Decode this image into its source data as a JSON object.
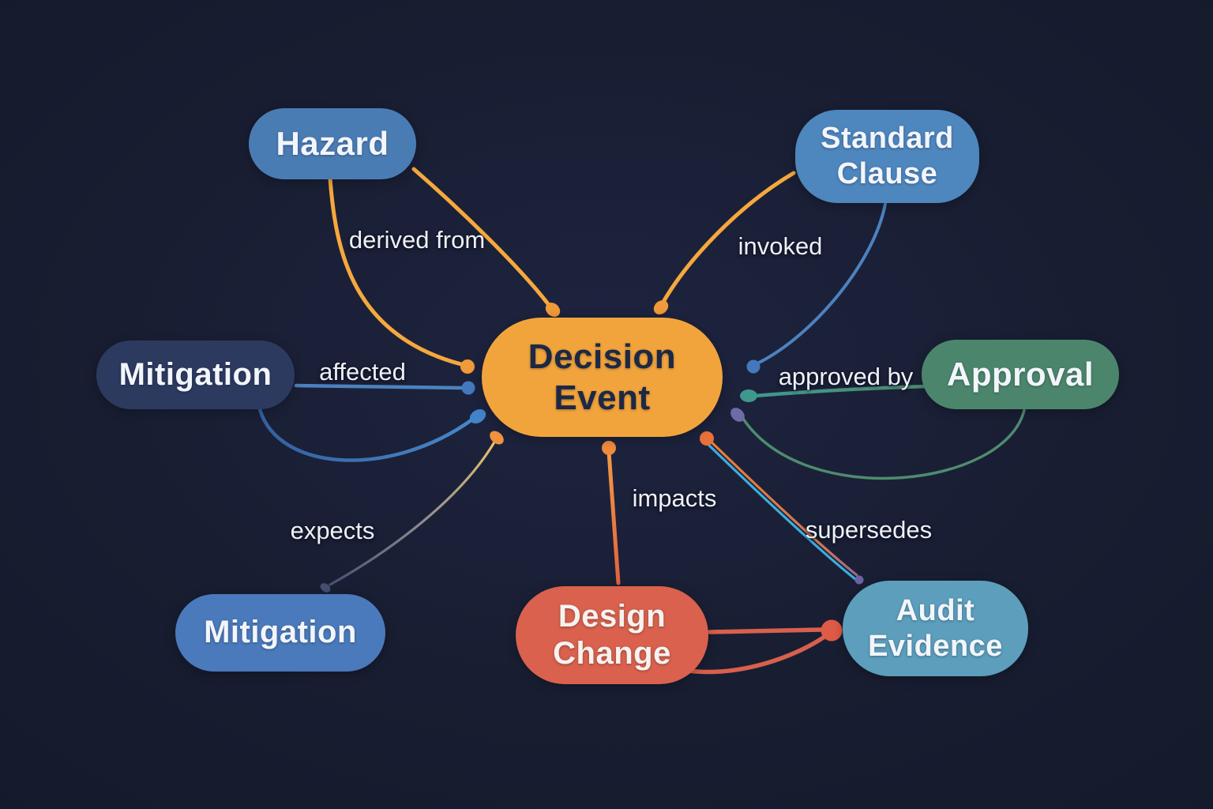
{
  "title": "Decision Event relationship diagram",
  "diagram": {
    "background_color": "#171c2f",
    "nodes": [
      {
        "id": "decision-event",
        "label": "Decision Event",
        "color": "#f2a43c",
        "text_color": "#1d2845"
      },
      {
        "id": "hazard",
        "label": "Hazard",
        "color": "#4a7cb4",
        "text_color": "#f2f5fa"
      },
      {
        "id": "standard-clause",
        "label": "Standard Clause",
        "color": "#4e86be",
        "text_color": "#f2f5fa"
      },
      {
        "id": "mitigation-left",
        "label": "Mitigation",
        "color": "#2d3a60",
        "text_color": "#f2f5fa"
      },
      {
        "id": "approval",
        "label": "Approval",
        "color": "#4b866c",
        "text_color": "#f2f5fa"
      },
      {
        "id": "mitigation-bottom",
        "label": "Mitigation",
        "color": "#4a7abb",
        "text_color": "#f2f5fa"
      },
      {
        "id": "design-change",
        "label": "Design Change",
        "color": "#d9614d",
        "text_color": "#f6f2ef"
      },
      {
        "id": "audit-evidence",
        "label": "Audit Evidence",
        "color": "#5c9ebc",
        "text_color": "#f2f5fa"
      }
    ],
    "edges": [
      {
        "id": "derived-from-left",
        "from": "hazard",
        "to": "decision-event",
        "label": "derived from",
        "color": "#f5a83c"
      },
      {
        "id": "derived-from-right",
        "from": "hazard",
        "to": "decision-event",
        "color": "#f5a83c"
      },
      {
        "id": "invoked",
        "from": "standard-clause",
        "to": "decision-event",
        "label": "invoked",
        "color": "#f5a83c"
      },
      {
        "id": "standard-clause-link",
        "from": "standard-clause",
        "to": "decision-event",
        "color": "#4c82be"
      },
      {
        "id": "affected",
        "from": "mitigation-left",
        "to": "decision-event",
        "label": "affected",
        "color": "#4c82be"
      },
      {
        "id": "mitigation-loop",
        "from": "mitigation-left",
        "to": "decision-event",
        "color": "#3e74b8"
      },
      {
        "id": "approved-by",
        "from": "decision-event",
        "to": "approval",
        "label": "approved by",
        "color": "#3e988c"
      },
      {
        "id": "approval-loop",
        "from": "approval",
        "to": "decision-event",
        "color": "#4e8c6e"
      },
      {
        "id": "expects",
        "from": "decision-event",
        "to": "mitigation-bottom",
        "label": "expects",
        "color": "#ecc468",
        "color_end": "#44506f"
      },
      {
        "id": "impacts",
        "from": "decision-event",
        "to": "design-change",
        "label": "impacts",
        "color": "#f29a46",
        "color_end": "#e2613e"
      },
      {
        "id": "supersedes",
        "from": "decision-event",
        "to": "audit-evidence",
        "label": "supersedes",
        "color": "#f07c2e",
        "color2": "#3aaede"
      },
      {
        "id": "design-audit-straight",
        "from": "design-change",
        "to": "audit-evidence",
        "color": "#d9604c"
      },
      {
        "id": "design-audit-curve",
        "from": "design-change",
        "to": "audit-evidence",
        "color": "#d9604c"
      }
    ]
  }
}
